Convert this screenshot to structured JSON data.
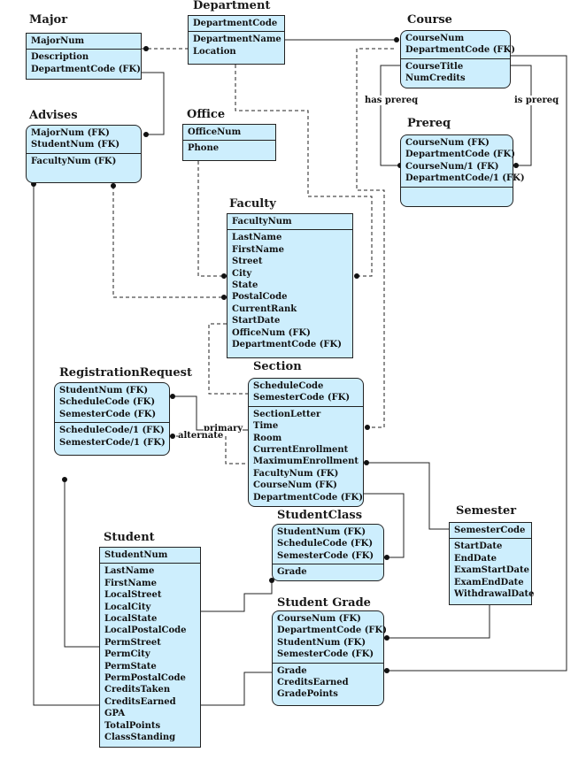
{
  "major": {
    "title": "Major",
    "key": [
      "MajorNum"
    ],
    "attrs": [
      "Description",
      "DepartmentCode (FK)"
    ]
  },
  "department": {
    "title": "Department",
    "key": [
      "DepartmentCode"
    ],
    "attrs": [
      "DepartmentName",
      "Location"
    ]
  },
  "course": {
    "title": "Course",
    "key": [
      "CourseNum",
      "DepartmentCode (FK)"
    ],
    "attrs": [
      "CourseTitle",
      "NumCredits"
    ]
  },
  "advises": {
    "title": "Advises",
    "key": [
      "MajorNum (FK)",
      "StudentNum (FK)"
    ],
    "attrs": [
      "FacultyNum (FK)"
    ]
  },
  "office": {
    "title": "Office",
    "key": [
      "OfficeNum"
    ],
    "attrs": [
      "Phone"
    ]
  },
  "prereq": {
    "title": "Prereq",
    "key": [
      "CourseNum (FK)",
      "DepartmentCode (FK)",
      "CourseNum/1 (FK)",
      "DepartmentCode/1 (FK)"
    ],
    "attrs": []
  },
  "faculty": {
    "title": "Faculty",
    "key": [
      "FacultyNum"
    ],
    "attrs": [
      "LastName",
      "FirstName",
      "Street",
      "City",
      "State",
      "PostalCode",
      "CurrentRank",
      "StartDate",
      "OfficeNum (FK)",
      "DepartmentCode (FK)"
    ]
  },
  "registration_request": {
    "title": "RegistrationRequest",
    "key": [
      "StudentNum (FK)",
      "ScheduleCode (FK)",
      "SemesterCode (FK)"
    ],
    "attrs": [
      "ScheduleCode/1 (FK)",
      "SemesterCode/1 (FK)"
    ]
  },
  "section": {
    "title": "Section",
    "key": [
      "ScheduleCode",
      "SemesterCode (FK)"
    ],
    "attrs": [
      "SectionLetter",
      "Time",
      "Room",
      "CurrentEnrollment",
      "MaximumEnrollment",
      "FacultyNum (FK)",
      "CourseNum (FK)",
      "DepartmentCode (FK)"
    ]
  },
  "semester": {
    "title": "Semester",
    "key": [
      "SemesterCode"
    ],
    "attrs": [
      "StartDate",
      "EndDate",
      "ExamStartDate",
      "ExamEndDate",
      "WithdrawalDate"
    ]
  },
  "student_class": {
    "title": "StudentClass",
    "key": [
      "StudentNum (FK)",
      "ScheduleCode (FK)",
      "SemesterCode (FK)"
    ],
    "attrs": [
      "Grade"
    ]
  },
  "student": {
    "title": "Student",
    "key": [
      "StudentNum"
    ],
    "attrs": [
      "LastName",
      "FirstName",
      "LocalStreet",
      "LocalCity",
      "LocalState",
      "LocalPostalCode",
      "PermStreet",
      "PermCity",
      "PermState",
      "PermPostalCode",
      "CreditsTaken",
      "CreditsEarned",
      "GPA",
      "TotalPoints",
      "ClassStanding"
    ]
  },
  "student_grade": {
    "title": "Student Grade",
    "key": [
      "CourseNum (FK)",
      "DepartmentCode (FK)",
      "StudentNum (FK)",
      "SemesterCode (FK)"
    ],
    "attrs": [
      "Grade",
      "CreditsEarned",
      "GradePoints"
    ]
  },
  "labels": {
    "has_prereq": "has prereq",
    "is_prereq": "is prereq",
    "primary": "primary",
    "alternate": "alternate"
  }
}
